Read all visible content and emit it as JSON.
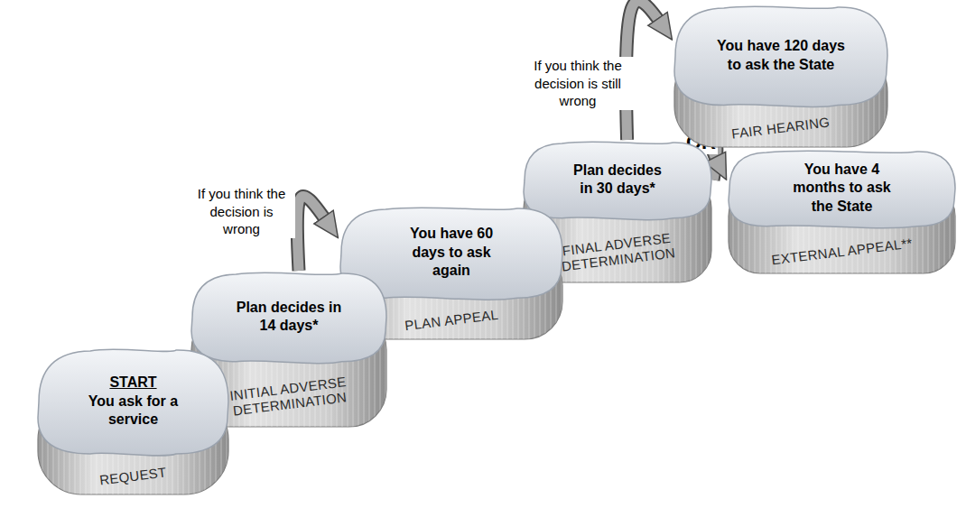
{
  "diagram": {
    "nodes": [
      {
        "text": [
          "START",
          "You ask for a service",
          "REQUEST"
        ]
      },
      {
        "text": [
          "Plan decides in 14 days*",
          "INITIAL ADVERSE DETERMINATION"
        ]
      },
      {
        "text": [
          "You have 60 days to ask again",
          "PLAN APPEAL"
        ]
      },
      {
        "text": [
          "Plan decides in 30 days*",
          "FINAL ADVERSE DETERMINATION"
        ]
      },
      {
        "text": [
          "You have 120 days to ask the State",
          "FAIR HEARING"
        ]
      },
      {
        "text": [
          "You have 4 months to ask the State",
          "EXTERNAL APPEAL**"
        ]
      }
    ],
    "edges": [
      {
        "from": 1,
        "to": 2,
        "label": "If you think the decision is wrong",
        "arrow": "to"
      },
      {
        "from": 3,
        "to": 4,
        "label": "If you think the decision is still wrong",
        "arrow": "to"
      },
      {
        "from": 3,
        "to": 5,
        "arrow": "to"
      }
    ],
    "labels": [
      "OR"
    ]
  }
}
